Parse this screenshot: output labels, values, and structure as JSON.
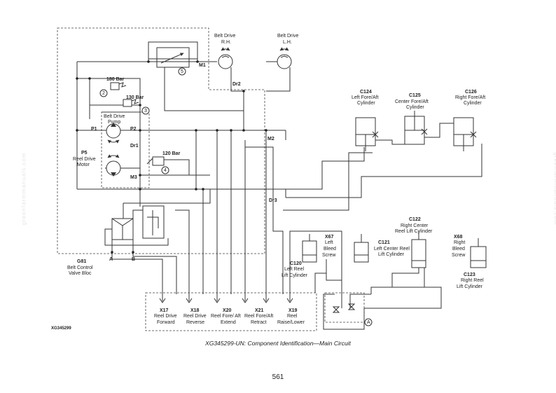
{
  "watermark": "greenfarmmanuals.com",
  "doc_id": "XG345299",
  "caption": "XG345299-UN: Component Identification—Main Circuit",
  "page_number": "561",
  "labels": {
    "belt_rh_1": "Belt Drive",
    "belt_rh_2": "R.H.",
    "belt_lh_1": "Belt Drive",
    "belt_lh_2": "L.H.",
    "m1": "M1",
    "m2": "M2",
    "m3": "M3",
    "dr1": "Dr1",
    "dr2": "Dr2",
    "dr3": "Dr3",
    "p1": "P1",
    "p2": "P2",
    "p5": "P5",
    "p5_1": "Reel Drive",
    "p5_2": "Motor",
    "bar180": "180 Bar",
    "bar130": "130 Bar",
    "bar120": "120 Bar",
    "pump_1": "Belt Drive",
    "pump_2": "Pump",
    "c2": "2",
    "c3": "3",
    "c4": "4",
    "c5": "5",
    "ca": "A",
    "g81": "G81",
    "g81_1": "Belt Control",
    "g81_2": "Valve Bloc",
    "port_a": "A",
    "port_b": "B",
    "c124": "C124",
    "c124_1": "Left Fore/Aft",
    "c124_2": "Cylinder",
    "c125": "C125",
    "c125_1": "Center Fore/Aft",
    "c125_2": "Cylinder",
    "c126": "C126",
    "c126_1": "Right Fore/Aft",
    "c126_2": "Cylinder",
    "c122": "C122",
    "c122_1": "Right Center",
    "c122_2": "Reel Lift Cylinder",
    "c121": "C121",
    "c121_1": "Left Center Reel",
    "c121_2": "Lift Cylinder",
    "c120": "C120",
    "c120_1": "Left Reel",
    "c120_2": "Lift Cylinder",
    "c123": "C123",
    "c123_1": "Right Reel",
    "c123_2": "Lift Cylinder",
    "x67": "X67",
    "x67_1": "Left",
    "x67_2": "Bleed",
    "x67_3": "Screw",
    "x68": "X68",
    "x68_1": "Right",
    "x68_2": "Bleed",
    "x68_3": "Screw",
    "x17": "X17",
    "x17_1": "Reel Drive",
    "x17_2": "Forward",
    "x18": "X18",
    "x18_1": "Reel Drive",
    "x18_2": "Reverse",
    "x20": "X20",
    "x20_1": "Reel Fore/ Aft",
    "x20_2": "Extend",
    "x21": "X21",
    "x21_1": "Reel Fore/Aft",
    "x21_2": "Retract",
    "x19": "X19",
    "x19_1": "Reel",
    "x19_2": "Raise/Lower"
  }
}
